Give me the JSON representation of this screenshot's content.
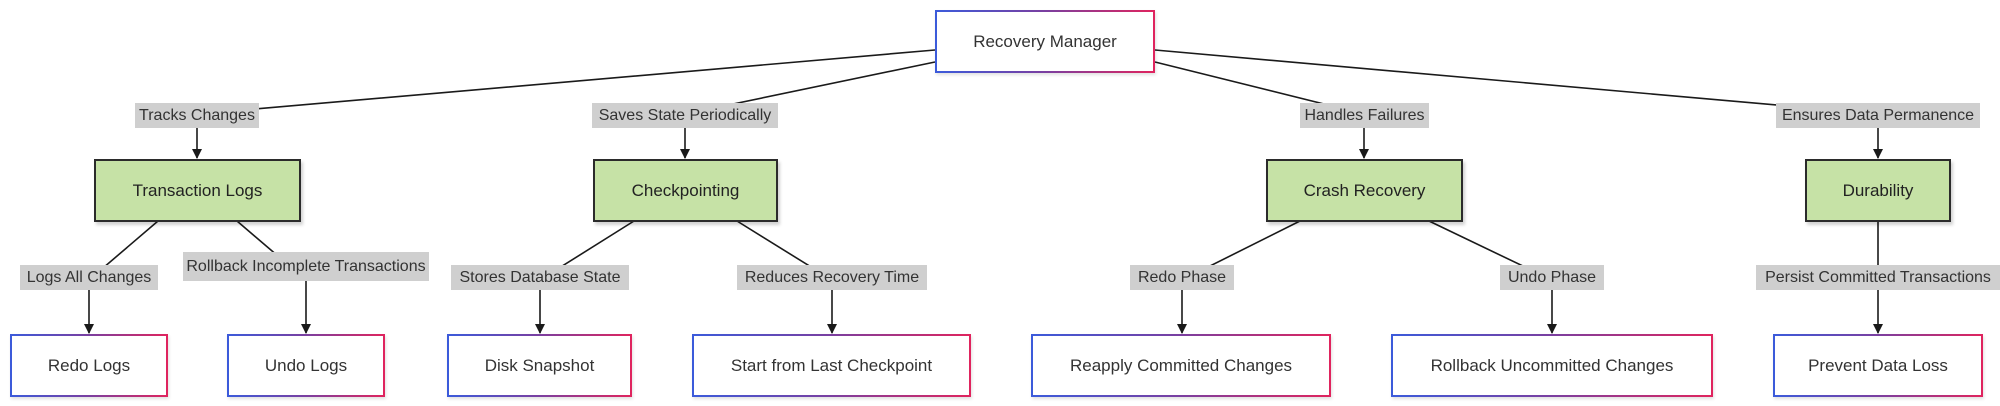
{
  "diagram": {
    "root": "Recovery Manager",
    "branches": [
      {
        "edge_label": "Tracks Changes",
        "node": "Transaction Logs",
        "children": [
          {
            "edge_label": "Logs All Changes",
            "node": "Redo Logs"
          },
          {
            "edge_label": "Rollback Incomplete Transactions",
            "node": "Undo Logs"
          }
        ]
      },
      {
        "edge_label": "Saves State Periodically",
        "node": "Checkpointing",
        "children": [
          {
            "edge_label": "Stores Database State",
            "node": "Disk Snapshot"
          },
          {
            "edge_label": "Reduces Recovery Time",
            "node": "Start from Last Checkpoint"
          }
        ]
      },
      {
        "edge_label": "Handles Failures",
        "node": "Crash Recovery",
        "children": [
          {
            "edge_label": "Redo Phase",
            "node": "Reapply Committed Changes"
          },
          {
            "edge_label": "Undo Phase",
            "node": "Rollback Uncommitted Changes"
          }
        ]
      },
      {
        "edge_label": "Ensures Data Permanence",
        "node": "Durability",
        "children": [
          {
            "edge_label": "Persist Committed Transactions",
            "node": "Prevent Data Loss"
          }
        ]
      }
    ],
    "colors": {
      "category_fill": "#c6e2a6",
      "category_border": "#2b2b2b",
      "leaf_border_start": "#3b5bdb",
      "leaf_border_end": "#e0245e",
      "edge_label_bg": "#cfcfcf",
      "edge": "#1a1a1a"
    }
  }
}
